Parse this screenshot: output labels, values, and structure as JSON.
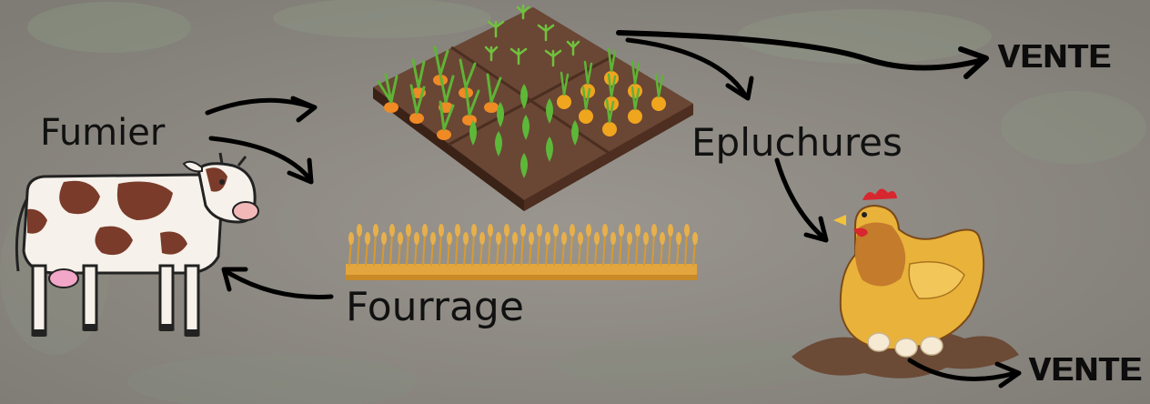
{
  "labels": {
    "fumier": "Fumier",
    "epluchures": "Epluchures",
    "fourrage": "Fourrage",
    "vente_top": "VENTE",
    "vente_bottom": "VENTE"
  },
  "colors": {
    "background": "#8f8c86",
    "soil": "#5a3a2b",
    "leaf_green": "#6fbf3a",
    "carrot_orange": "#f08a24",
    "wheat_gold": "#e1a43c",
    "cow_brown": "#7a3b2a",
    "hen_body": "#e9b23a",
    "hen_comb": "#d8262e",
    "arrow": "#000000",
    "text": "#111111"
  },
  "icons": [
    "cow-illustration",
    "garden-bed-illustration",
    "wheat-field-illustration",
    "hen-illustration"
  ]
}
